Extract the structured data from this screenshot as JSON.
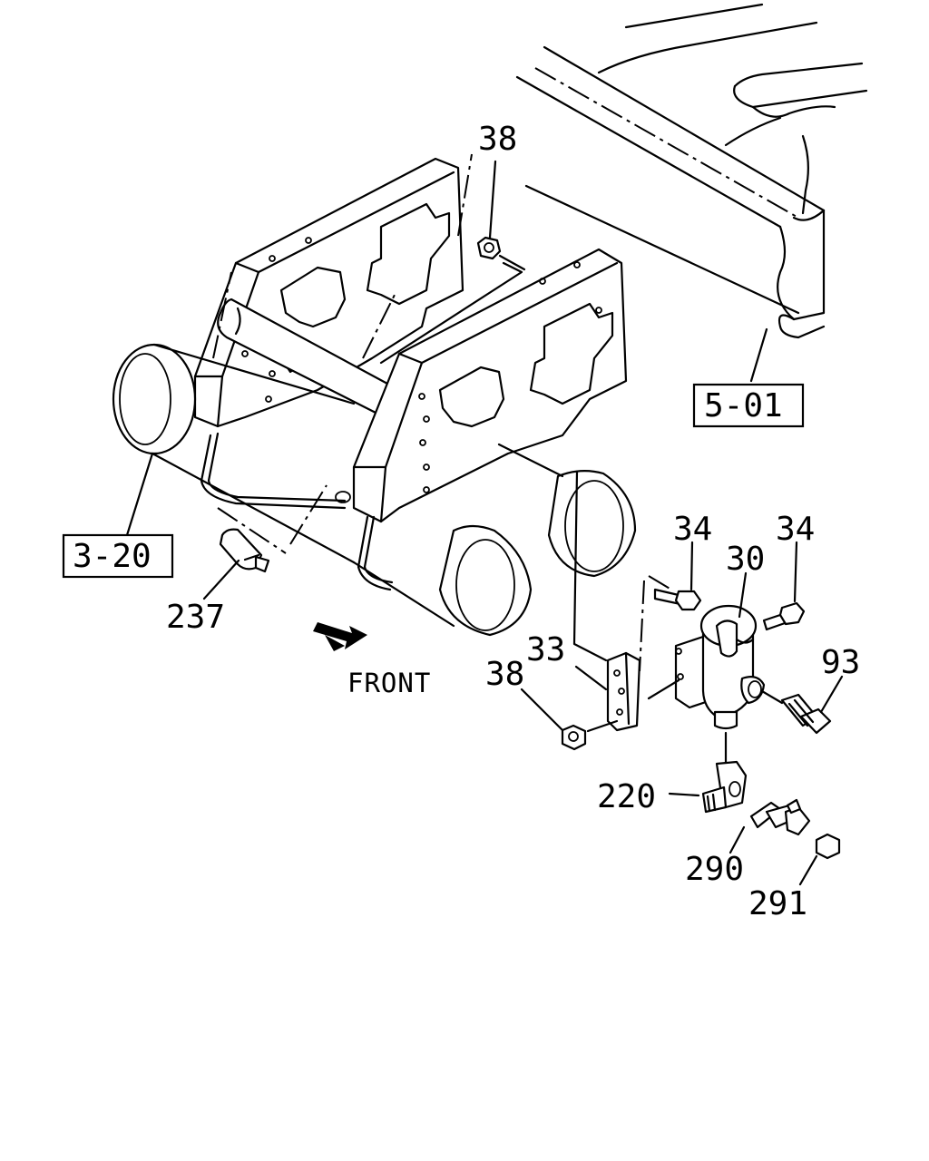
{
  "diagram": {
    "labels": {
      "ref_501": "5-01",
      "ref_320": "3-20",
      "front": "FRONT",
      "part_38_top": "38",
      "part_38_bottom": "38",
      "part_237": "237",
      "part_34_left": "34",
      "part_34_right": "34",
      "part_30": "30",
      "part_33": "33",
      "part_93": "93",
      "part_220": "220",
      "part_290": "290",
      "part_291": "291"
    },
    "icons": {
      "front_arrow": "front-arrow-icon"
    }
  }
}
